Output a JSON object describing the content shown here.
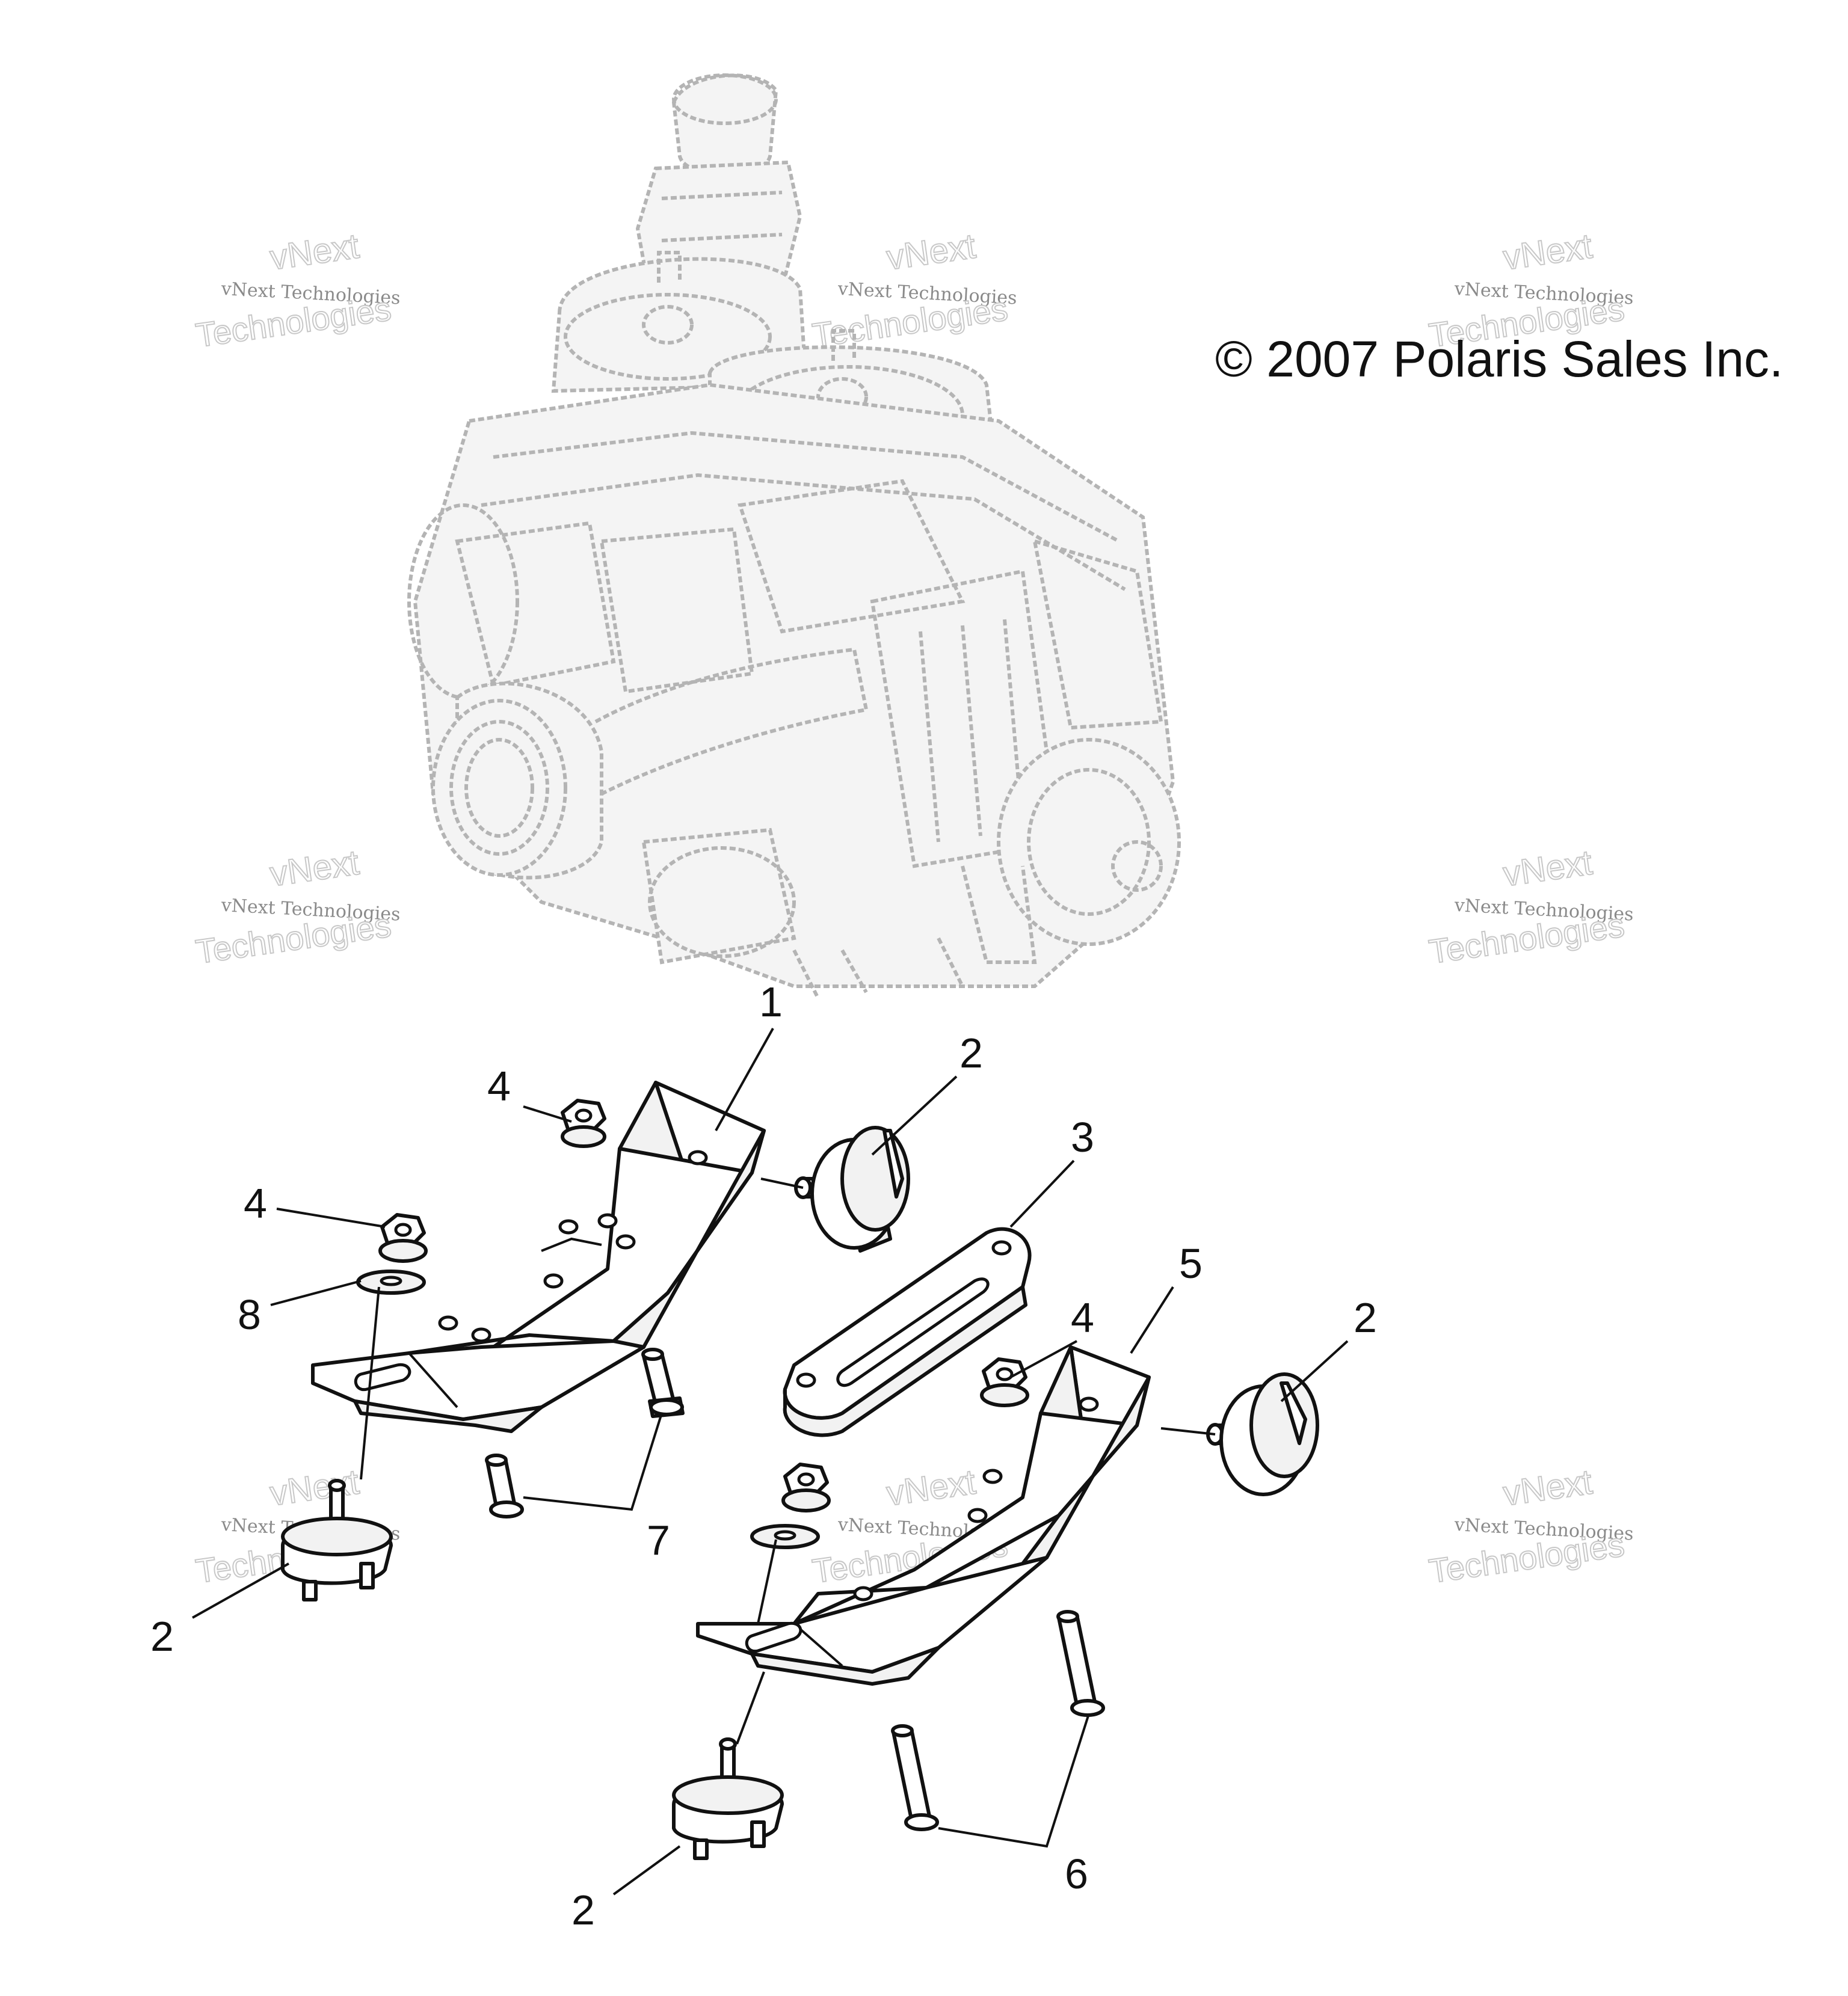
{
  "copyright": "© 2007 Polaris Sales Inc.",
  "watermark": {
    "line1": "vNext Technologies",
    "line2": "vNext",
    "line3": "Technologies"
  },
  "callouts": [
    "1",
    "2",
    "3",
    "4",
    "5",
    "6",
    "7",
    "8"
  ],
  "colors": {
    "ink": "#111111",
    "engine_ghost": "#b4b4b4",
    "watermark": "#c8c8c8"
  }
}
